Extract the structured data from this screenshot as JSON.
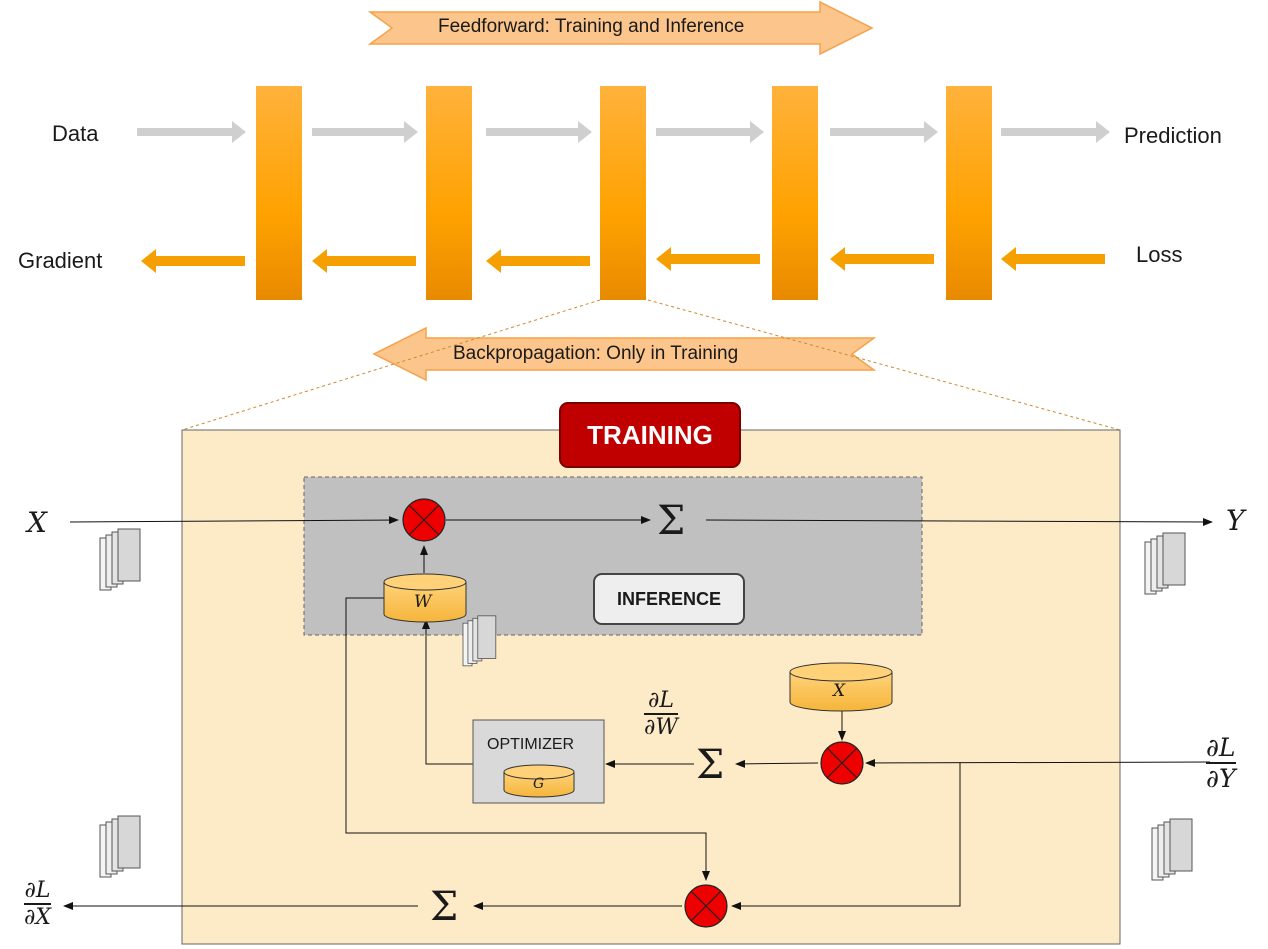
{
  "banners": {
    "feedforward": "Feedforward: Training and Inference",
    "backprop": "Backpropagation: Only in Training"
  },
  "labels": {
    "data": "Data",
    "prediction": "Prediction",
    "gradient": "Gradient",
    "loss": "Loss"
  },
  "training": {
    "badge": "TRAINING",
    "inference_badge": "INFERENCE",
    "optimizer": "OPTIMIZER",
    "optimizer_store": "G",
    "weight_store": "W",
    "input_store": "X",
    "x_in": "X",
    "y_out": "Y",
    "sigma": "Σ",
    "dL_dW": {
      "num": "∂L",
      "den": "∂W"
    },
    "dL_dY": {
      "num": "∂L",
      "den": "∂Y"
    },
    "dL_dX": {
      "num": "∂L",
      "den": "∂X"
    }
  },
  "colors": {
    "layer_orange": "#ffa500",
    "banner_fill": "#fbc58c",
    "training_bg": "#fdebc8",
    "inference_bg": "#c0c0c0",
    "multiply_node": "#ee0000",
    "badge_red": "#c00000"
  }
}
